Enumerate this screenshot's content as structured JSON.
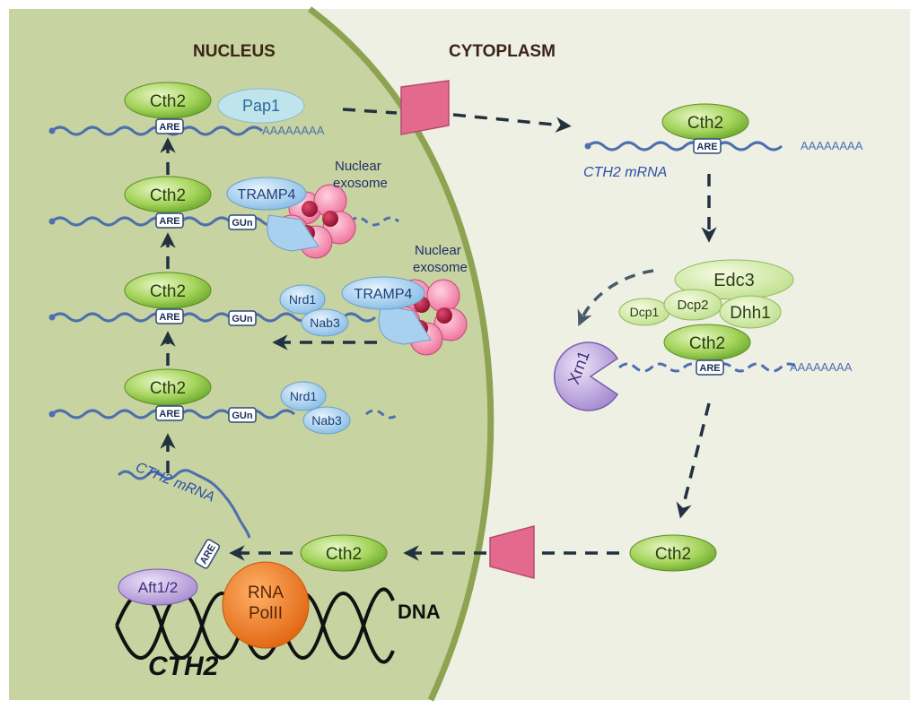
{
  "headers": {
    "nucleus": "NUCLEUS",
    "cytoplasm": "CYTOPLASM"
  },
  "proteins": {
    "cth2": "Cth2",
    "pap1": "Pap1",
    "tramp4": "TRAMP4",
    "nrd1": "Nrd1",
    "nab3": "Nab3",
    "edc3": "Edc3",
    "dcp1": "Dcp1",
    "dcp2": "Dcp2",
    "dhh1": "Dhh1",
    "xrn1": "Xrn1",
    "aft": "Aft1/2",
    "rna_pol_line1": "RNA",
    "rna_pol_line2": "PolII"
  },
  "elements": {
    "are": "ARE",
    "gun": "GUn",
    "polya": "AAAAAAAA"
  },
  "labels": {
    "nuclear_exosome_line1": "Nuclear",
    "nuclear_exosome_line2": "exosome",
    "cth2_mrna": "CTH2 mRNA",
    "dna": "DNA",
    "gene": "CTH2"
  },
  "colors": {
    "nucleus_fill": "#c7d3a0",
    "cytoplasm_fill": "#eef0e4",
    "membrane": "#8ea352",
    "pore": "#e46a8d",
    "cth2_green": "#8cc63f",
    "blue_protein": "#a9d0ef",
    "exosome": "#e85f8f",
    "polII": "#f37b1d",
    "aft": "#b79bd8",
    "xrn1": "#b79bd8"
  }
}
